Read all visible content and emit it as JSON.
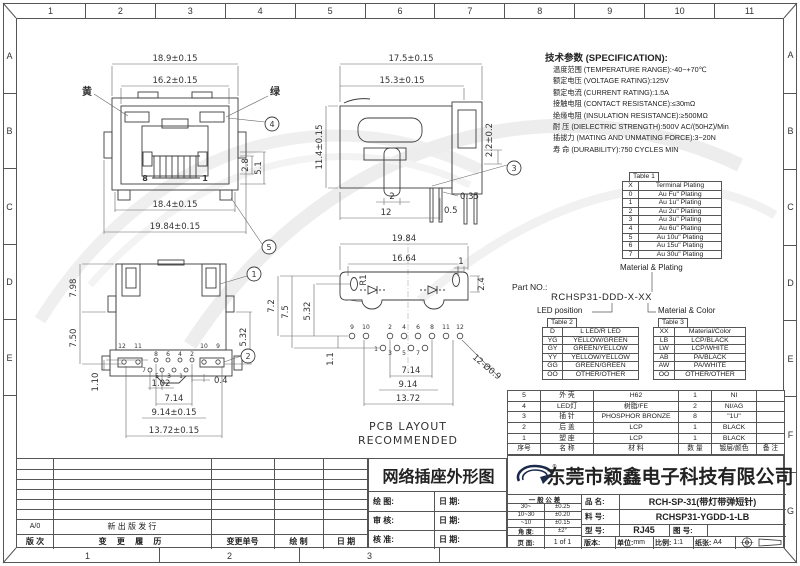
{
  "frame": {
    "top_cols": [
      "1",
      "2",
      "3",
      "4",
      "5",
      "6",
      "7",
      "8",
      "9",
      "10",
      "11"
    ],
    "bottom_cols": [
      "1",
      "2",
      "3"
    ],
    "left_rows": [
      "A",
      "B",
      "C",
      "D",
      "E"
    ],
    "right_rows": [
      "A",
      "B",
      "C",
      "D",
      "E",
      "F",
      "G"
    ]
  },
  "spec": {
    "title": "技术参数 (SPECIFICATION):",
    "items": [
      "温度范围 (TEMPERATURE RANGE):-40~+70℃",
      "额定电压 (VOLTAGE RATING):125V",
      "额定电流 (CURRENT RATING):1.5A",
      "接触电阻 (CONTACT RESISTANCE):≤30mΩ",
      "绝缘电阻 (INSULATION RESISTANCE):≥500MΩ",
      "耐 压 (DIELECTRIC STRENGTH):500V AC/(50HZ)/Min",
      "插拔力 (MATING AND UNMATING FORCE):3~20N",
      "寿 命 (DURABILITY):750 CYCLES MIN"
    ]
  },
  "table1": {
    "tab": "Table 1",
    "caption": "Material & Plating",
    "header": [
      "X",
      "Terminal Plating"
    ],
    "rows": [
      [
        "0",
        "Au Fu\" Plating"
      ],
      [
        "1",
        "Au 1u\" Plating"
      ],
      [
        "2",
        "Au 2u\" Plating"
      ],
      [
        "3",
        "Au 3u\" Plating"
      ],
      [
        "4",
        "Au 6u\" Plating"
      ],
      [
        "5",
        "Au 10u\" Plating"
      ],
      [
        "6",
        "Au 15u\" Plating"
      ],
      [
        "7",
        "Au 30u\" Plating"
      ]
    ]
  },
  "part_no": {
    "label": "Part NO.:",
    "value": "RCHSP31-DDD-X-XX",
    "led_position_label": "LED position",
    "material_color_label": "Material & Color"
  },
  "table2": {
    "tab": "Table 2",
    "header": [
      "D",
      "L LED/R LED"
    ],
    "rows": [
      [
        "YG",
        "YELLOW/GREEN"
      ],
      [
        "GY",
        "GREEN/YELLOW"
      ],
      [
        "YY",
        "YELLOW/YELLOW"
      ],
      [
        "GG",
        "GREEN/GREEN"
      ],
      [
        "OO",
        "OTHER/OTHER"
      ]
    ]
  },
  "table3": {
    "tab": "Table 3",
    "header": [
      "XX",
      "Material/Color"
    ],
    "rows": [
      [
        "LB",
        "LCP/BLACK"
      ],
      [
        "LW",
        "LCP/WHITE"
      ],
      [
        "AB",
        "PA/BLACK"
      ],
      [
        "AW",
        "PA/WHITE"
      ],
      [
        "OO",
        "OTHER/OTHER"
      ]
    ]
  },
  "views": {
    "front": {
      "label_yellow": "黄",
      "label_green": "绿",
      "pin_left": "8",
      "pin_right": "1",
      "balloon_led": "4",
      "balloon_leg": "5",
      "dims": {
        "outer_w": "18.9±0.15",
        "inner_w": "16.2±0.15",
        "base_w": "18.4±0.15",
        "total_w": "19.84±0.15",
        "led_h": "2.8",
        "side_h": "5.1"
      }
    },
    "side": {
      "balloon_pin": "3",
      "dims": {
        "top_w": "17.5±0.15",
        "body_w": "15.3±0.15",
        "height": "11.4±0.15",
        "pin_len": "2.2±0.2",
        "peg_w": "2",
        "body_d": "12",
        "pin_t": "0.35",
        "pin_w": "0.5"
      }
    },
    "rear": {
      "balloon_shell": "1",
      "balloon_base": "2",
      "pin_labels": {
        "top_left": [
          "12",
          "11"
        ],
        "top_right": [
          "10",
          "9"
        ],
        "upper": [
          "8",
          "6",
          "4",
          "2"
        ],
        "lower": [
          "7",
          "5",
          "3",
          "1"
        ]
      },
      "dims": {
        "h_top": "7.98",
        "h_bottom": "7.50",
        "h_side": "5.32",
        "row_offset": "1.10",
        "pitch": "1.02",
        "edge": "0.4",
        "span1": "7.14",
        "span2": "9.14±0.15",
        "span3": "13.72±0.15"
      }
    },
    "pcb": {
      "note_line1": "PCB LAYOUT",
      "note_line2": "RECOMMENDED",
      "ref_des": "R1",
      "hole_note": "12-Ø0.9",
      "pin_labels": {
        "left": [
          "9",
          "10"
        ],
        "right": [
          "11",
          "12"
        ],
        "upper": [
          "2",
          "4",
          "6",
          "8"
        ],
        "lower": [
          "1",
          "3",
          "5",
          "7"
        ]
      },
      "dims": {
        "total_w": "19.84",
        "inner_w": "16.64",
        "edge": "1",
        "tab": "2.4",
        "h1": "7.2",
        "h2": "7.5",
        "h3": "5.32",
        "row_offset": "1.1",
        "span1": "7.14",
        "span2": "9.14",
        "span3": "13.72"
      }
    }
  },
  "bom": {
    "headers": [
      "序号",
      "名 称",
      "材 料",
      "数 量",
      "镀层/颜色",
      "备 注"
    ],
    "rows": [
      [
        "5",
        "外 壳",
        "H62",
        "1",
        "NI",
        ""
      ],
      [
        "4",
        "LED灯",
        "树脂/FE",
        "2",
        "NI/AG",
        ""
      ],
      [
        "3",
        "插 针",
        "PHOSPHOR BRONZE",
        "8",
        "\"1U\"",
        ""
      ],
      [
        "2",
        "后 盖",
        "LCP",
        "1",
        "BLACK",
        ""
      ],
      [
        "1",
        "塑 座",
        "LCP",
        "1",
        "BLACK",
        ""
      ]
    ]
  },
  "revision": {
    "headers": [
      "版 次",
      "变 更 履 历",
      "变更单号",
      "绘 制",
      "日 期"
    ],
    "first_row": {
      "rev": "A/0",
      "desc": "新 出 版 发 行"
    }
  },
  "signoff": {
    "drawing_title": "网络插座外形图",
    "rows": [
      {
        "label": "绘 图:",
        "date_label": "日 期:"
      },
      {
        "label": "审 核:",
        "date_label": "日 期:"
      },
      {
        "label": "核 准:",
        "date_label": "日 期:"
      }
    ]
  },
  "title_block": {
    "company": "东莞市颖鑫电子科技有限公司",
    "tolerance": {
      "title": "一 般 公 差",
      "rows": [
        [
          "30~",
          "±0.25"
        ],
        [
          "10~30",
          "±0.20"
        ],
        [
          "~10",
          "±0.15"
        ],
        [
          "角 度:",
          "±2°"
        ],
        [
          "页 面:",
          "1 of 1"
        ]
      ]
    },
    "fields": {
      "name_label": "品 名:",
      "name_value": "RCH-SP-31(带灯带弹短针)",
      "pn_label": "料 号:",
      "pn_value": "RCHSP31-YGDD-1-LB",
      "model_label": "型 号:",
      "model_value": "RJ45",
      "dwg_label": "图 号:",
      "dwg_value": "",
      "rev_label": "版本:",
      "rev_value": "",
      "unit_label": "单位:",
      "unit_value": "mm",
      "scale_label": "比例:",
      "scale_value": "1:1",
      "paper_label": "纸张:",
      "paper_value": "A4"
    }
  }
}
